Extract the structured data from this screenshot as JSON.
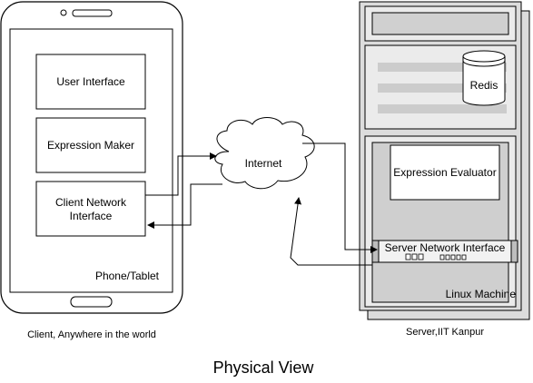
{
  "client": {
    "device_label": "Phone/Tablet",
    "modules": {
      "user_interface": "User Interface",
      "expression_maker": "Expression Maker",
      "network_line1": "Client Network",
      "network_line2": "Interface"
    },
    "caption": "Client, Anywhere in the world"
  },
  "cloud": {
    "label": "Internet"
  },
  "server": {
    "redis": "Redis",
    "expression_evaluator": "Expression Evaluator",
    "network_interface": "Server Network Interface",
    "machine_label": "Linux Machine",
    "caption": "Server,IIT Kanpur"
  },
  "title": "Physical View"
}
